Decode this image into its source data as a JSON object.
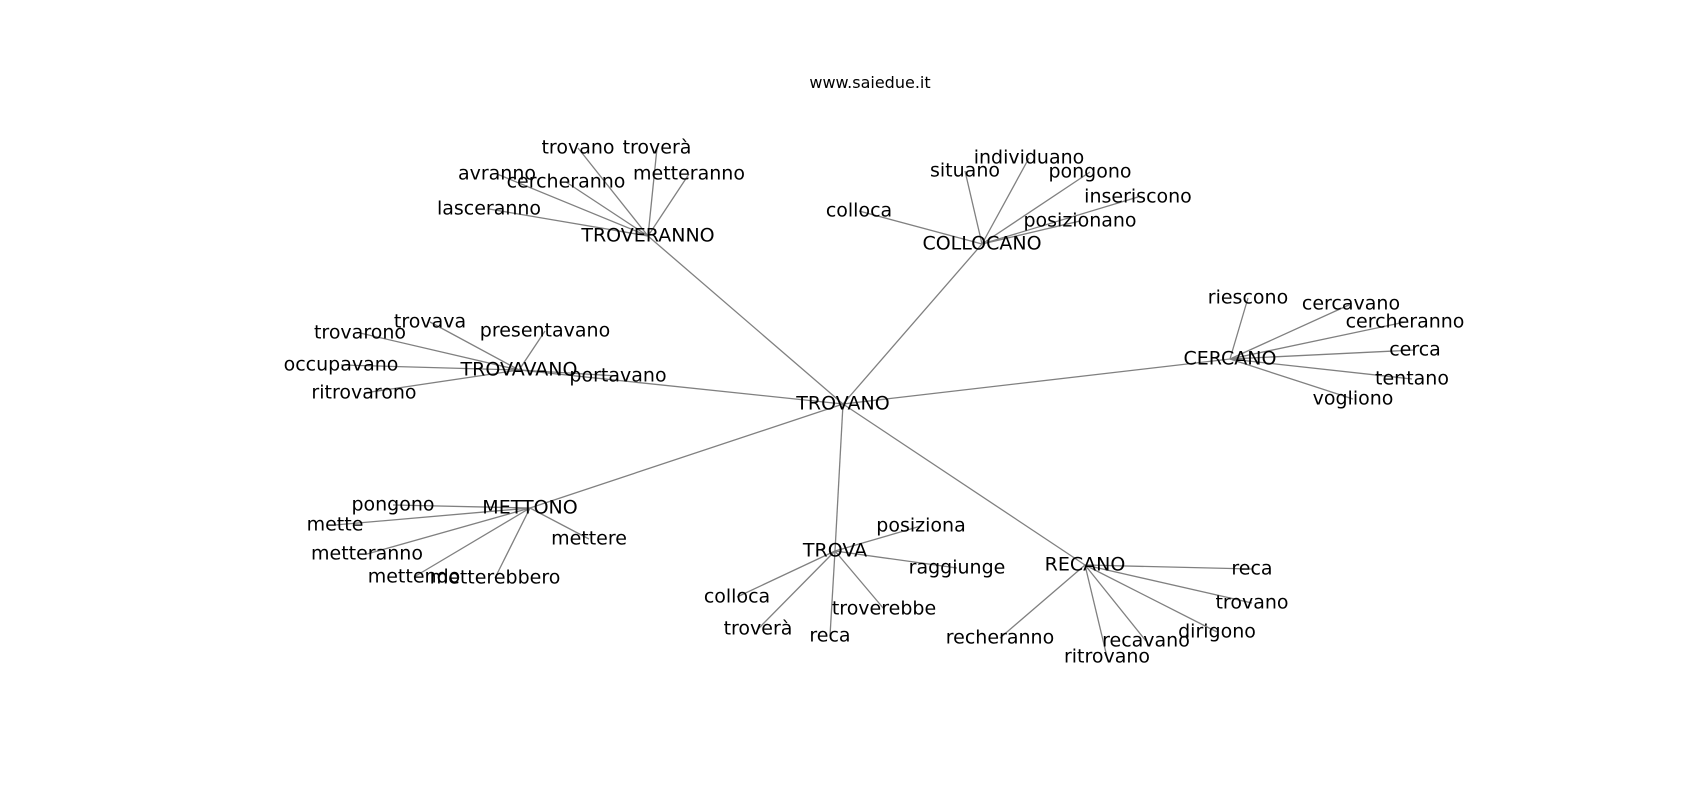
{
  "site_label": "www.saiedue.it",
  "root": "TROVANO",
  "clusters": [
    {
      "hub": "TROVERANNO",
      "leaves": [
        "trovano",
        "troverà",
        "avranno",
        "cercheranno",
        "metteranno",
        "lasceranno"
      ]
    },
    {
      "hub": "COLLOCANO",
      "leaves": [
        "individuano",
        "situano",
        "pongono",
        "inseriscono",
        "colloca",
        "posizionano"
      ]
    },
    {
      "hub": "TROVAVANO",
      "leaves": [
        "trovava",
        "trovarono",
        "presentavano",
        "occupavano",
        "portavano",
        "ritrovarono"
      ]
    },
    {
      "hub": "CERCANO",
      "leaves": [
        "riescono",
        "cercavano",
        "cercheranno",
        "cerca",
        "tentano",
        "vogliono"
      ]
    },
    {
      "hub": "METTONO",
      "leaves": [
        "pongono",
        "mette",
        "mettere",
        "metteranno",
        "mettendo",
        "metterebbero"
      ]
    },
    {
      "hub": "TROVA",
      "leaves": [
        "posiziona",
        "raggiunge",
        "colloca",
        "troverebbe",
        "troverà",
        "reca"
      ]
    },
    {
      "hub": "RECANO",
      "leaves": [
        "reca",
        "trovano",
        "dirigono",
        "recavano",
        "recheranno",
        "ritrovano"
      ]
    }
  ],
  "colors": {
    "edge": "#808080",
    "text": "#000000",
    "background": "#ffffff"
  }
}
